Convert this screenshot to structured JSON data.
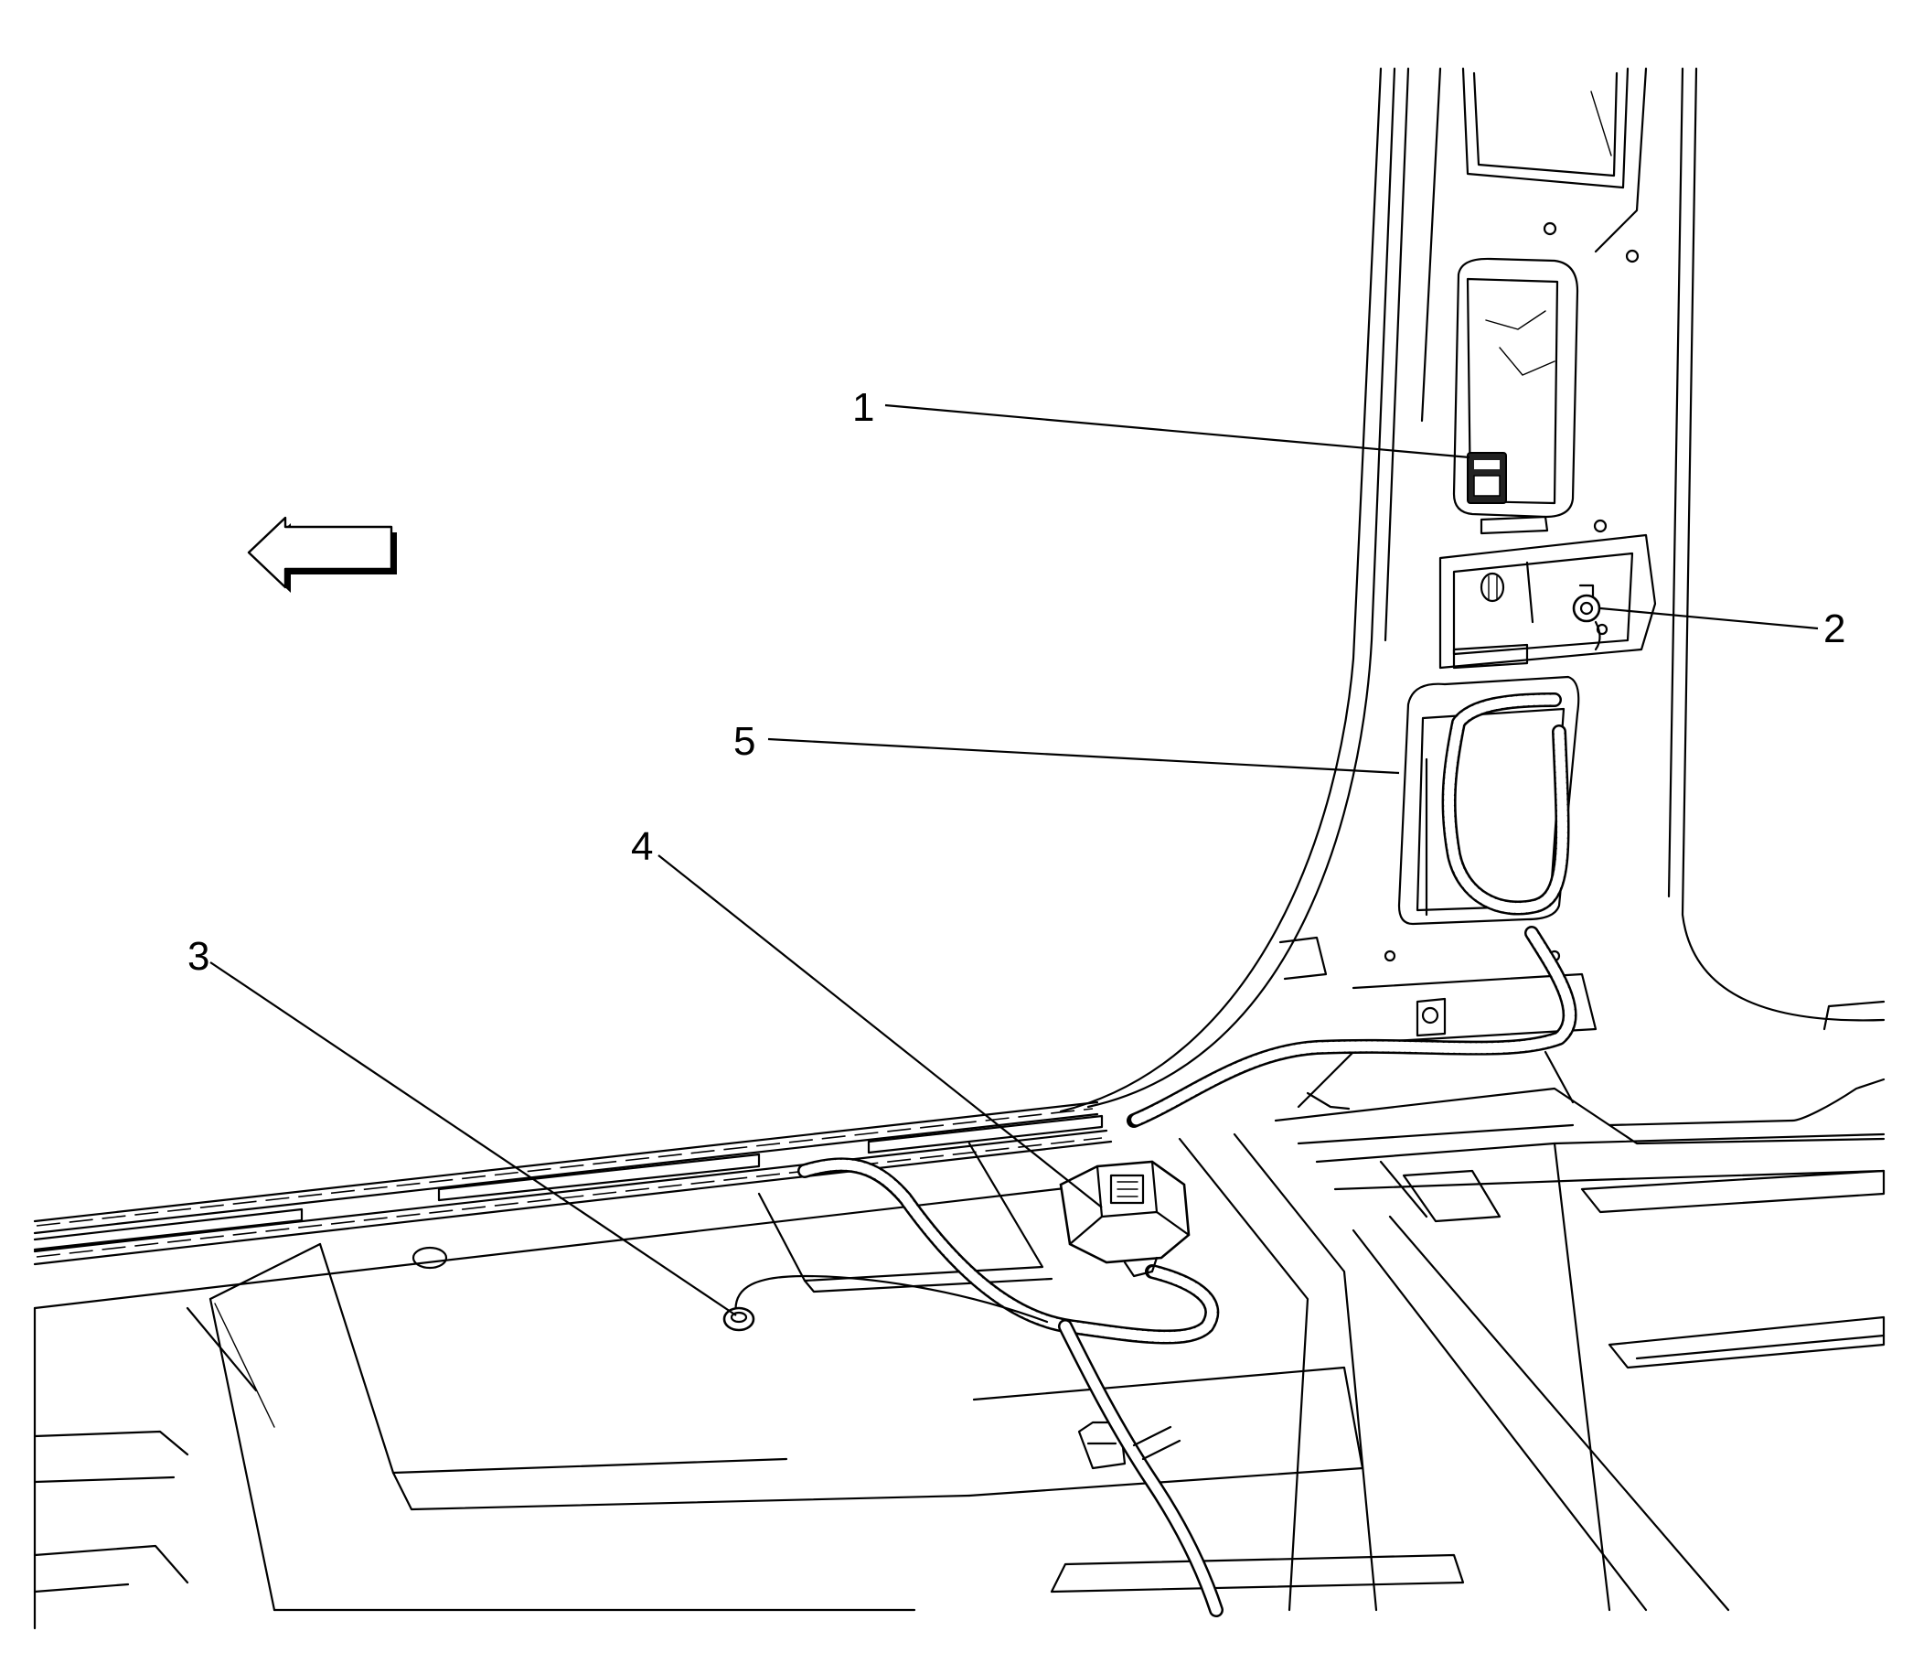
{
  "callouts": [
    {
      "label": "1",
      "target": "connector-1"
    },
    {
      "label": "2",
      "target": "ground-stud-2"
    },
    {
      "label": "3",
      "target": "ground-nut-3"
    },
    {
      "label": "4",
      "target": "connector-4"
    },
    {
      "label": "5",
      "target": "harness-5"
    }
  ],
  "icons": {
    "direction_arrow": "arrow-left-icon"
  }
}
